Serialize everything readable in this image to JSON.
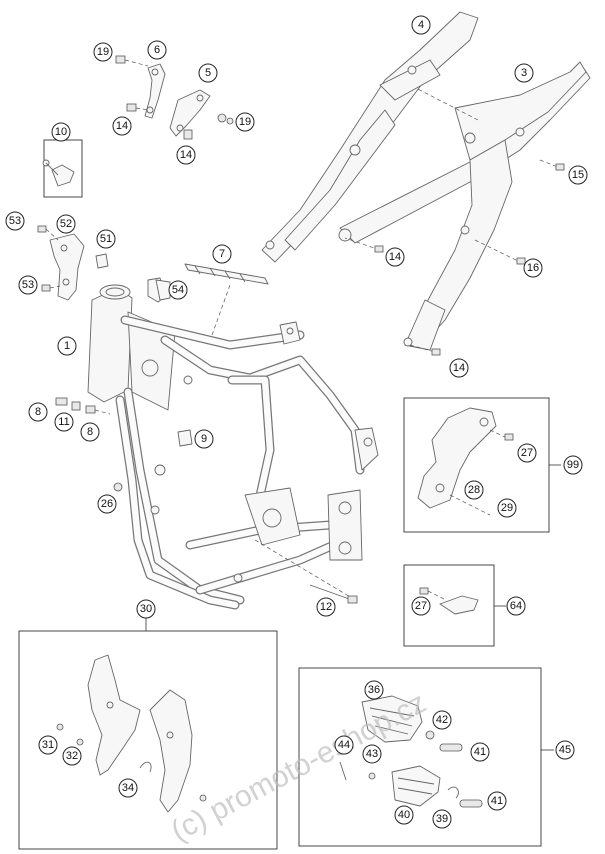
{
  "watermark": "(c) promoto-eshop.cz",
  "labels": [
    {
      "id": "1",
      "text": "1"
    },
    {
      "id": "3",
      "text": "3"
    },
    {
      "id": "4",
      "text": "4"
    },
    {
      "id": "5",
      "text": "5"
    },
    {
      "id": "6",
      "text": "6"
    },
    {
      "id": "7",
      "text": "7"
    },
    {
      "id": "8a",
      "text": "8"
    },
    {
      "id": "8b",
      "text": "8"
    },
    {
      "id": "9",
      "text": "9"
    },
    {
      "id": "10",
      "text": "10"
    },
    {
      "id": "11",
      "text": "11"
    },
    {
      "id": "12",
      "text": "12"
    },
    {
      "id": "14a",
      "text": "14"
    },
    {
      "id": "14b",
      "text": "14"
    },
    {
      "id": "14c",
      "text": "14"
    },
    {
      "id": "14d",
      "text": "14"
    },
    {
      "id": "15",
      "text": "15"
    },
    {
      "id": "16",
      "text": "16"
    },
    {
      "id": "19a",
      "text": "19"
    },
    {
      "id": "19b",
      "text": "19"
    },
    {
      "id": "26",
      "text": "26"
    },
    {
      "id": "27a",
      "text": "27"
    },
    {
      "id": "27b",
      "text": "27"
    },
    {
      "id": "28",
      "text": "28"
    },
    {
      "id": "29",
      "text": "29"
    },
    {
      "id": "30",
      "text": "30"
    },
    {
      "id": "31",
      "text": "31"
    },
    {
      "id": "32",
      "text": "32"
    },
    {
      "id": "34",
      "text": "34"
    },
    {
      "id": "36",
      "text": "36"
    },
    {
      "id": "39",
      "text": "39"
    },
    {
      "id": "40",
      "text": "40"
    },
    {
      "id": "41a",
      "text": "41"
    },
    {
      "id": "41b",
      "text": "41"
    },
    {
      "id": "42",
      "text": "42"
    },
    {
      "id": "43",
      "text": "43"
    },
    {
      "id": "44",
      "text": "44"
    },
    {
      "id": "45",
      "text": "45"
    },
    {
      "id": "51",
      "text": "51"
    },
    {
      "id": "52",
      "text": "52"
    },
    {
      "id": "53a",
      "text": "53"
    },
    {
      "id": "53b",
      "text": "53"
    },
    {
      "id": "54",
      "text": "54"
    },
    {
      "id": "64",
      "text": "64"
    },
    {
      "id": "99",
      "text": "99"
    }
  ]
}
